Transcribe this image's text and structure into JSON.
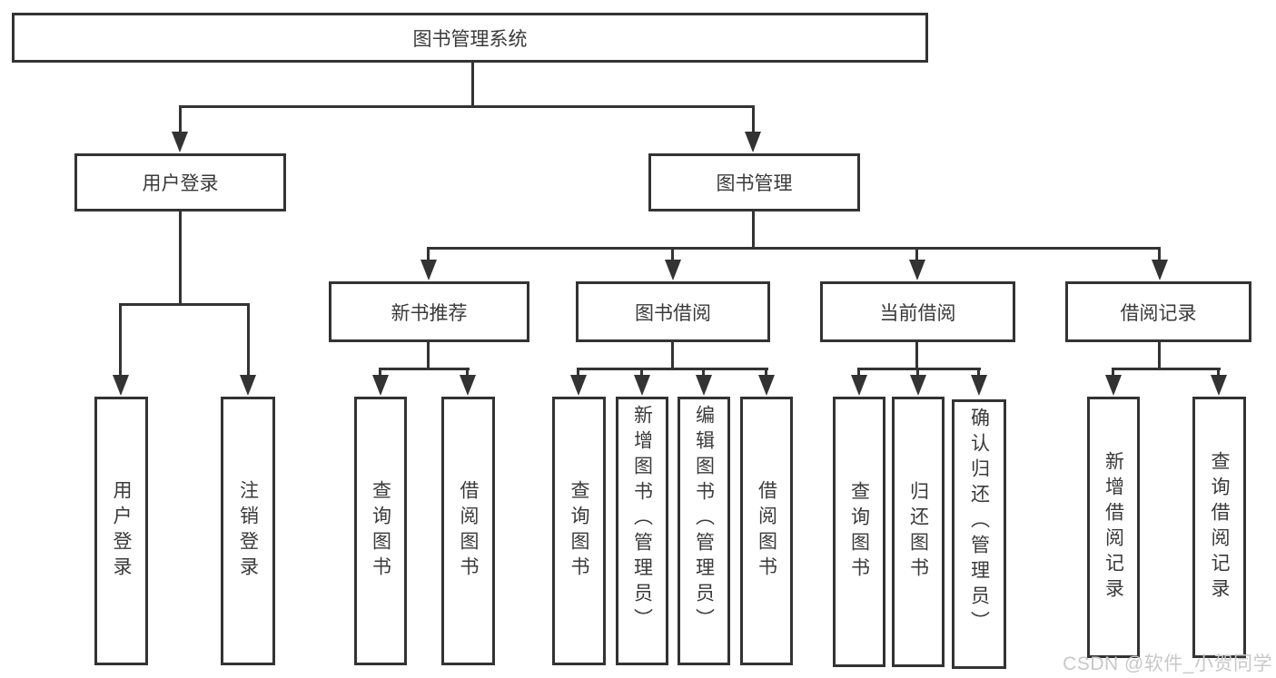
{
  "colors": {
    "line": "#333333",
    "text": "#3a3a3a",
    "background": "#ffffff",
    "watermark": "#c8c8c8"
  },
  "watermark": {
    "text": "CSDN @软件_小贺同学"
  },
  "tree": {
    "root": {
      "label": "图书管理系统"
    },
    "branches": [
      {
        "label": "用户登录",
        "children": [
          {
            "label": "用户登录"
          },
          {
            "label": "注销登录"
          }
        ]
      },
      {
        "label": "图书管理",
        "sections": [
          {
            "label": "新书推荐",
            "children": [
              {
                "label": "查询图书"
              },
              {
                "label": "借阅图书"
              }
            ]
          },
          {
            "label": "图书借阅",
            "children": [
              {
                "label": "查询图书"
              },
              {
                "label": "新增图书（管理员）"
              },
              {
                "label": "编辑图书（管理员）"
              },
              {
                "label": "借阅图书"
              }
            ]
          },
          {
            "label": "当前借阅",
            "children": [
              {
                "label": "查询图书"
              },
              {
                "label": "归还图书"
              },
              {
                "label": "确认归还（管理员）"
              }
            ]
          },
          {
            "label": "借阅记录",
            "children": [
              {
                "label": "新增借阅记录"
              },
              {
                "label": "查询借阅记录"
              }
            ]
          }
        ]
      }
    ]
  }
}
